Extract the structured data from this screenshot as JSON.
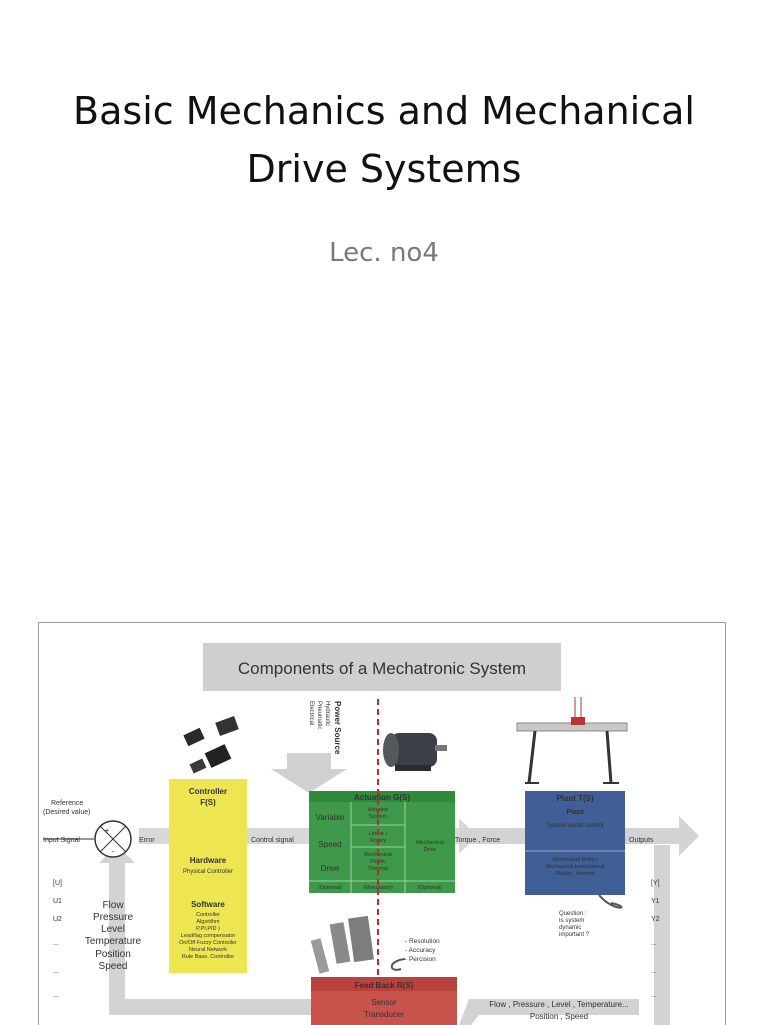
{
  "slide": {
    "title_line1": "Basic Mechanics and Mechanical",
    "title_line2": "Drive Systems",
    "subtitle": "Lec. no4"
  },
  "diagram": {
    "header": "Components of a Mechatronic System",
    "reference": [
      "Reference",
      "(Desired value)"
    ],
    "input_signal": "Input Signal",
    "error": "Error",
    "control_signal": "Control signal",
    "torque_force": "Torque , Force",
    "outputs": "Outputs",
    "left_vars": [
      "[U]",
      "U1",
      "U2",
      "...",
      "...",
      "..."
    ],
    "right_vars": [
      "[Y]",
      "Y1",
      "Y2",
      "...",
      "...",
      "..."
    ],
    "quantities": [
      "Flow",
      "Pressure",
      "Level",
      "Temperature",
      "Position",
      "Speed"
    ],
    "power_source": {
      "title": "Power Source",
      "items": [
        "Hydraulic",
        "Pneumatic",
        "Electrical"
      ]
    },
    "controller": {
      "title": "Controller",
      "func": "F(S)",
      "hardware": "Hardware",
      "hardware_sub": "Physical Controller",
      "software": "Software",
      "software_items": [
        "Controller",
        "Algorithm",
        "P,PI,PID )",
        "Lead/lag compensator",
        "On/Off Fuzzy Controller",
        "Neural Network",
        "Rule Base, Controller"
      ]
    },
    "actuation": {
      "title": "Actuation G(S)",
      "variable": "Variable",
      "speed": "Speed",
      "drive": "Drive",
      "actuator": [
        "Actuator",
        "System"
      ],
      "linear_rotary": [
        "Linear /",
        "Rotary"
      ],
      "mech_fluidic": [
        "Mechanical",
        "Fluidic",
        "Thermal"
      ],
      "mech_drive": [
        "Mechanical",
        "Drive"
      ],
      "optional_left": "(Optional)",
      "mandatory": "(Mandatory)",
      "optional_right": "(Optional)"
    },
    "plant": {
      "title": "Plant T(S)",
      "sub": "Plant",
      "system": "System under control",
      "types": [
        "Mechanical Rotary",
        "Mechanical translational",
        "Fluidic , thermal"
      ]
    },
    "question": [
      "Question :",
      "Is system",
      "dynamic",
      "important ?"
    ],
    "sensor_notes": [
      "- Resolution",
      "- Accuracy",
      "- Percision"
    ],
    "feedback": {
      "title": "Feed Back R(S)",
      "sensor": "Sensor",
      "transducer": "Transducer"
    },
    "bottom_quantities": [
      "Flow , Pressure , Level , Temperature...",
      "Position , Speed"
    ],
    "colors": {
      "controller": "#eee650",
      "actuation": "#3e9a4a",
      "plant": "#3f5f96",
      "feedback": "#c9524c",
      "arrow": "#d0d0d0",
      "header": "#cfcfcf",
      "dashed": "#c0282a"
    }
  }
}
